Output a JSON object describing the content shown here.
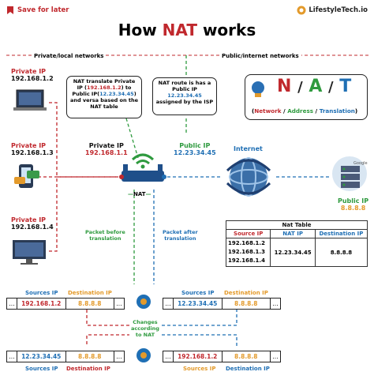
{
  "header": {
    "save_label": "Save for later",
    "title_how": "How",
    "title_nat": "NAT",
    "title_works": "works",
    "brand": "LifestyleTech.io"
  },
  "sections": {
    "private": "Private/local networks",
    "public": "Public/internet networks"
  },
  "devices": [
    {
      "label": "Private IP",
      "ip": "192.168.1.2"
    },
    {
      "label": "Private IP",
      "ip": "192.168.1.3"
    },
    {
      "label": "Private IP",
      "ip": "192.168.1.4"
    }
  ],
  "callouts": {
    "translate": [
      "NAT translate Private",
      "IP (",
      "192.168.1.2",
      ") to",
      "Public IP(",
      "12.23.34.45",
      ")",
      "and versa based on the",
      "NAT table"
    ],
    "route": [
      "NAT route is has a",
      "Public IP",
      "12.23.34.45",
      "assigned by the ISP"
    ]
  },
  "nat_box": {
    "letters": [
      "N",
      "A",
      "T"
    ],
    "words": [
      "Network",
      "Address",
      "Translation"
    ],
    "sep": "/"
  },
  "router": {
    "private_label": "Private IP",
    "private_ip": "192.168.1.1",
    "public_label": "Public IP",
    "public_ip": "12.23.34.45",
    "nat_label": "NAT"
  },
  "internet": {
    "label": "Internet",
    "server_label": "Public IP",
    "server_ip": "8.8.8.8",
    "google": "Google"
  },
  "nat_table": {
    "title": "Nat Table",
    "headers": [
      "Source IP",
      "NAT IP",
      "Destination IP"
    ],
    "sources": [
      "192.168.1.2",
      "192.168.1.3",
      "192.168.1.4"
    ],
    "nat_ip": "12.23.34.45",
    "dest_ip": "8.8.8.8"
  },
  "flow": {
    "before": "Packet before\ntranslation",
    "after": "Packet after\ntranslation",
    "changes": "Changes\naccording\nto NAT"
  },
  "packets": {
    "sources_label": "Sources IP",
    "dest_label": "Destination IP",
    "dots": "...",
    "p1": [
      "192.168.1.2",
      "8.8.8.8"
    ],
    "p2": [
      "12.23.34.45",
      "8.8.8.8"
    ],
    "p3": [
      "12.23.34.45",
      "8.8.8.8"
    ],
    "p4": [
      "192.168.1.2",
      "8.8.8.8"
    ]
  },
  "colors": {
    "red": "#c0282d",
    "blue": "#1f6fb4",
    "green": "#2e9a3e",
    "orange": "#e39a2b"
  }
}
